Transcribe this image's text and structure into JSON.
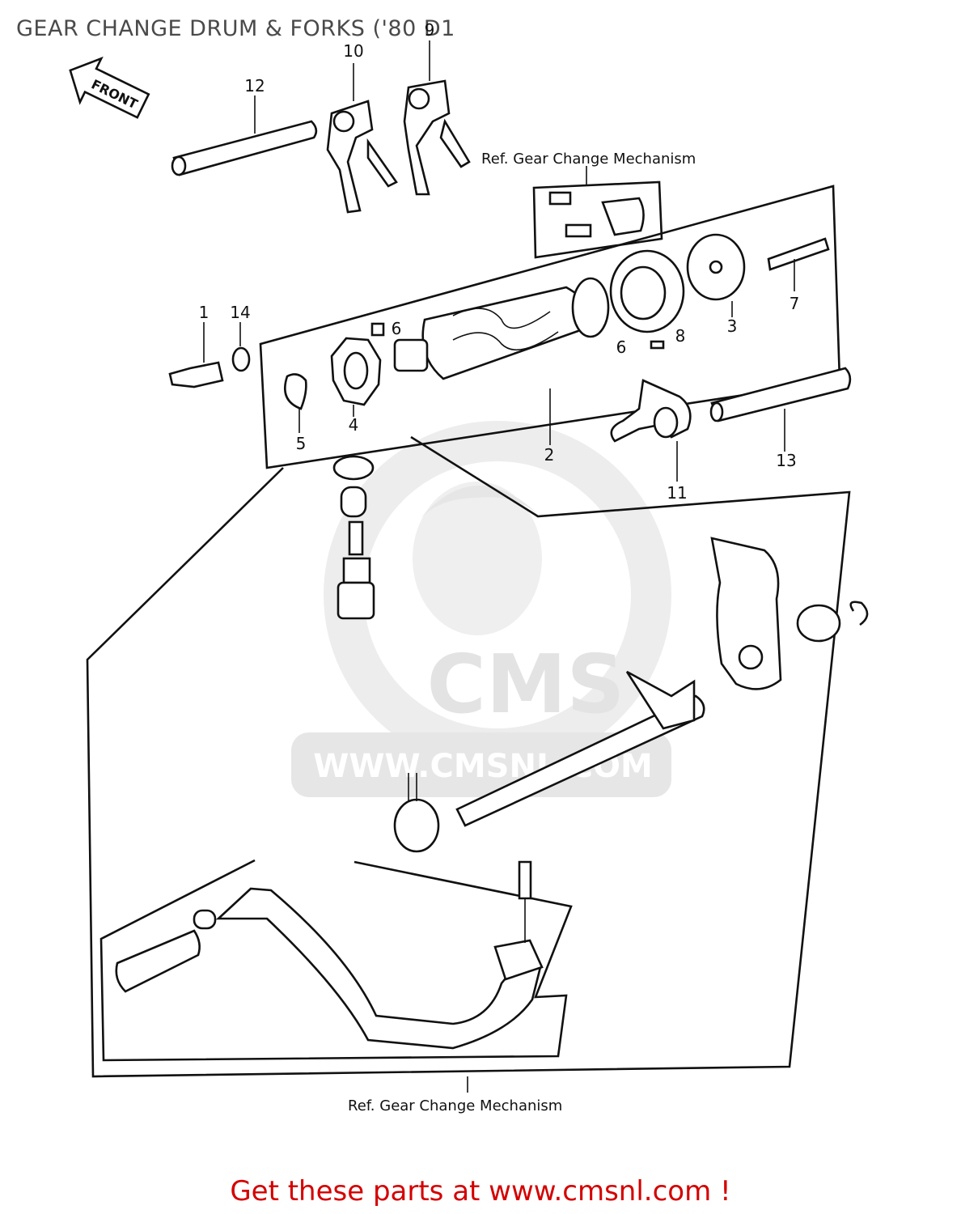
{
  "title": "GEAR CHANGE DRUM & FORKS ('80 D1",
  "front_label": "FRONT",
  "reference_labels": {
    "top": "Ref. Gear Change Mechanism",
    "bottom": "Ref. Gear Change Mechanism"
  },
  "callouts": [
    {
      "id": "c1",
      "text": "1"
    },
    {
      "id": "c14",
      "text": "14"
    },
    {
      "id": "c5",
      "text": "5"
    },
    {
      "id": "c4",
      "text": "4"
    },
    {
      "id": "c6a",
      "text": "6"
    },
    {
      "id": "c2",
      "text": "2"
    },
    {
      "id": "c6b",
      "text": "6"
    },
    {
      "id": "c8",
      "text": "8"
    },
    {
      "id": "c3",
      "text": "3"
    },
    {
      "id": "c7",
      "text": "7"
    },
    {
      "id": "c13",
      "text": "13"
    },
    {
      "id": "c11",
      "text": "11"
    },
    {
      "id": "c12",
      "text": "12"
    },
    {
      "id": "c10",
      "text": "10"
    },
    {
      "id": "c9",
      "text": "9"
    }
  ],
  "watermark": {
    "brand": "CMS",
    "url": "WWW.CMSNL.COM"
  },
  "footer": "Get these parts at www.cmsnl.com !",
  "colors": {
    "footer": "#d40000",
    "title": "#4a4a4a",
    "watermark": "#e6e6e6",
    "linework": "#111111"
  }
}
